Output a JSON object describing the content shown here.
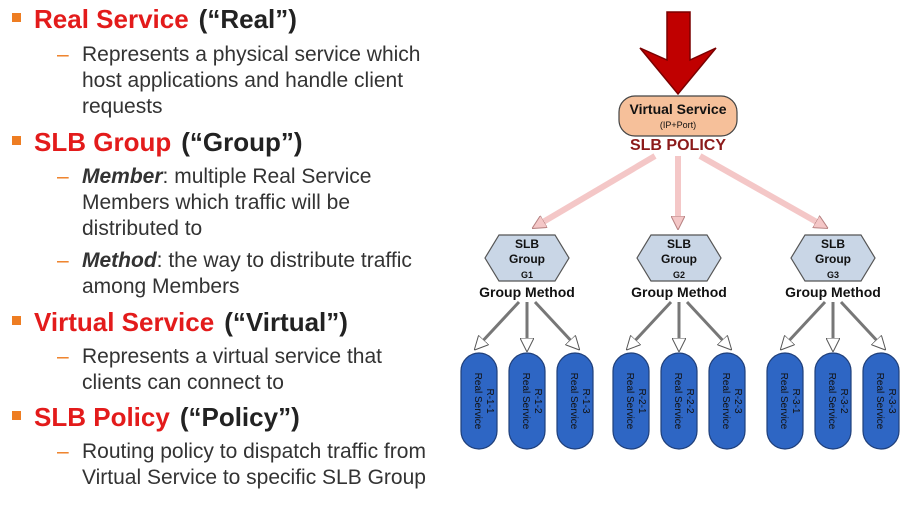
{
  "bullets": [
    {
      "term": "Real Service",
      "alias": "(“Real”)",
      "subs": [
        {
          "lead": "",
          "text": "Represents a physical service which host applications and handle client requests"
        }
      ]
    },
    {
      "term": "SLB Group",
      "alias": "(“Group”)",
      "subs": [
        {
          "lead": "Member",
          "text": ": multiple Real Service Members which traffic will be distributed to"
        },
        {
          "lead": "Method",
          "text": ": the way to distribute traffic among Members"
        }
      ]
    },
    {
      "term": "Virtual Service",
      "alias": "(“Virtual”)",
      "subs": [
        {
          "lead": "",
          "text": "Represents a virtual service that clients can connect to"
        }
      ]
    },
    {
      "term": "SLB Policy",
      "alias": "(“Policy”)",
      "subs": [
        {
          "lead": "",
          "text": "Routing policy to dispatch traffic from Virtual Service to specific SLB Group"
        }
      ]
    }
  ],
  "diagram": {
    "virtual_service": {
      "title": "Virtual Service",
      "sub": "(IP+Port)"
    },
    "policy_label": "SLB POLICY",
    "method_label": "Group Method",
    "groups": [
      {
        "line1": "SLB",
        "line2": "Group",
        "line3": "G1",
        "reals": [
          "Real Service R-1-1",
          "Real Service R-1-2",
          "Real Service R-1-3"
        ]
      },
      {
        "line1": "SLB",
        "line2": "Group",
        "line3": "G2",
        "reals": [
          "Real Service R-2-1",
          "Real Service R-2-2",
          "Real Service R-2-3"
        ]
      },
      {
        "line1": "SLB",
        "line2": "Group",
        "line3": "G3",
        "reals": [
          "Real Service R-3-1",
          "Real Service R-3-2",
          "Real Service R-3-3"
        ]
      }
    ]
  },
  "colors": {
    "bullet": "#ee7d22",
    "term": "#e31b1b",
    "policy_text": "#8b1a1a",
    "big_arrow": "#c00000",
    "virtual_fill": "#f6c09a",
    "group_fill": "#c9d6e6",
    "real_fill": "#2e66c4",
    "pink_arrow": "#f4c7c7"
  }
}
